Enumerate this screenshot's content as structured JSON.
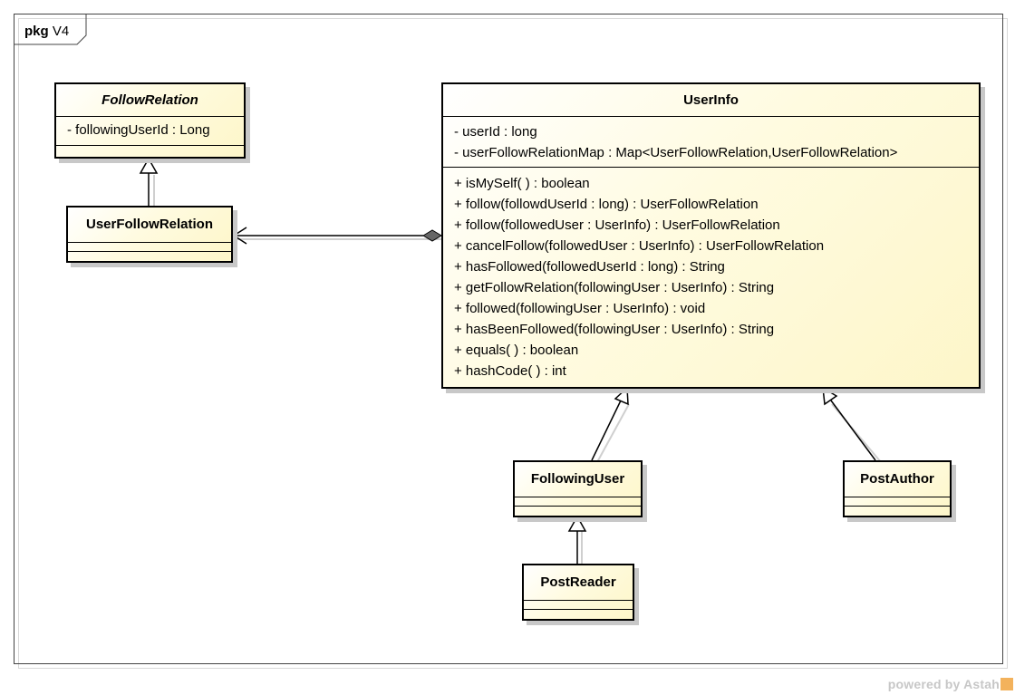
{
  "package": {
    "keyword": "pkg",
    "name": "V4"
  },
  "classes": {
    "follow_relation": {
      "name": "FollowRelation",
      "attributes": [
        "- followingUserId : Long"
      ]
    },
    "user_follow_relation": {
      "name": "UserFollowRelation"
    },
    "user_info": {
      "name": "UserInfo",
      "attributes": [
        "- userId : long",
        "- userFollowRelationMap : Map<UserFollowRelation,UserFollowRelation>"
      ],
      "operations": [
        "+ isMySelf( ) : boolean",
        "+ follow(followdUserId : long) : UserFollowRelation",
        "+ follow(followedUser : UserInfo) : UserFollowRelation",
        "+ cancelFollow(followedUser : UserInfo) : UserFollowRelation",
        "+ hasFollowed(followedUserId : long) : String",
        "+ getFollowRelation(followingUser : UserInfo) : String",
        "+ followed(followingUser : UserInfo) : void",
        "+ hasBeenFollowed(followingUser : UserInfo) : String",
        "+ equals( ) : boolean",
        "+ hashCode( ) : int"
      ]
    },
    "following_user": {
      "name": "FollowingUser"
    },
    "post_author": {
      "name": "PostAuthor"
    },
    "post_reader": {
      "name": "PostReader"
    }
  },
  "watermark": {
    "text": "powered by Astah"
  }
}
